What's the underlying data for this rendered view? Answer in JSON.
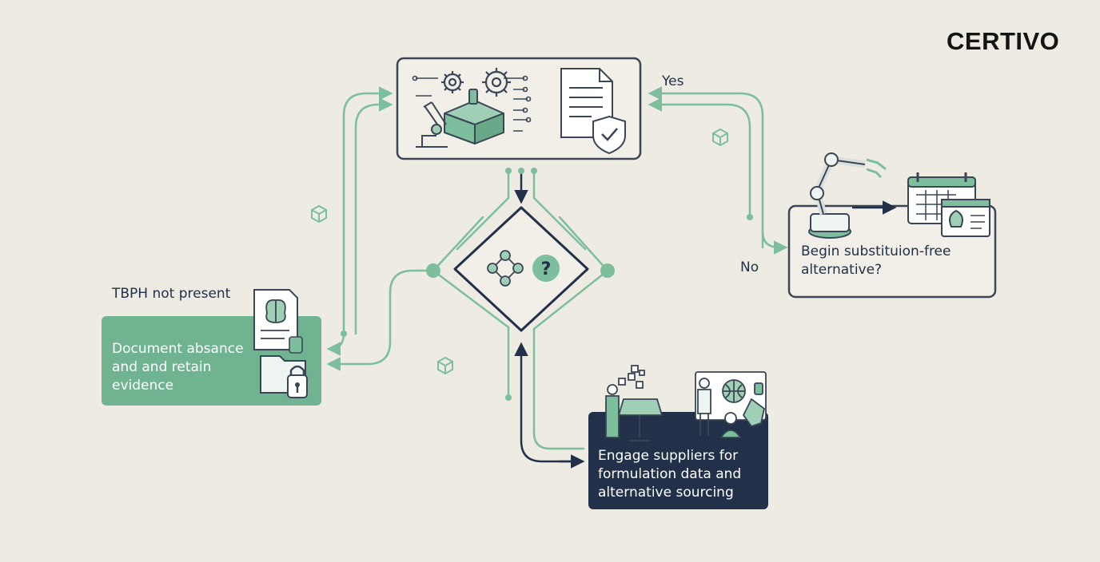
{
  "brand": {
    "name": "CERTIVO"
  },
  "nodes": {
    "document": {
      "label": "Document absance and and retain evidence"
    },
    "begin": {
      "label": "Begin substituion-free alternative?"
    },
    "engage": {
      "label": "Engage suppliers for formulation data and alternative sourcing"
    }
  },
  "edge_labels": {
    "yes": "Yes",
    "no": "No",
    "tbph_not_present": "TBPH not present"
  },
  "colors": {
    "background": "#eeebe2",
    "green": "#7dbf9c",
    "green_box": "#6fb391",
    "navy": "#22304a",
    "outline": "#3a4656"
  },
  "icons": [
    "gears-box-icon",
    "microscope-icon",
    "document-shield-icon",
    "network-icon",
    "question-icon",
    "brain-document-icon",
    "locked-folder-icon",
    "robot-arm-icon",
    "calendar-icon",
    "people-workshop-icon",
    "cube-icon"
  ]
}
